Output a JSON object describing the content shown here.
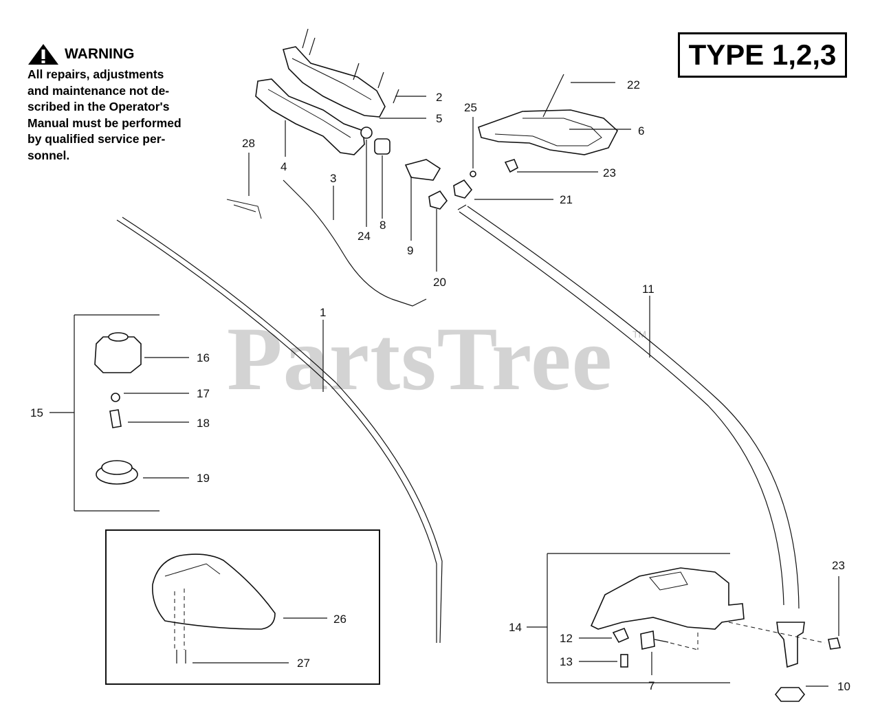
{
  "warning": {
    "title": "WARNING",
    "lines": [
      "All repairs, adjustments",
      "and maintenance not de-",
      "scribed in the Operator's",
      "Manual must be performed",
      "by qualified  service per-",
      "sonnel."
    ]
  },
  "type_label": "TYPE 1,2,3",
  "watermark": "PartsTree",
  "watermark_mark": "TM",
  "callouts": [
    "1",
    "2",
    "3",
    "4",
    "5",
    "6",
    "7",
    "8",
    "9",
    "10",
    "11",
    "12",
    "13",
    "14",
    "15",
    "16",
    "17",
    "18",
    "19",
    "20",
    "21",
    "22",
    "23",
    "23",
    "24",
    "25",
    "26",
    "27",
    "28"
  ],
  "colors": {
    "ink": "#111111",
    "watermark": "#969696",
    "background": "#ffffff"
  }
}
